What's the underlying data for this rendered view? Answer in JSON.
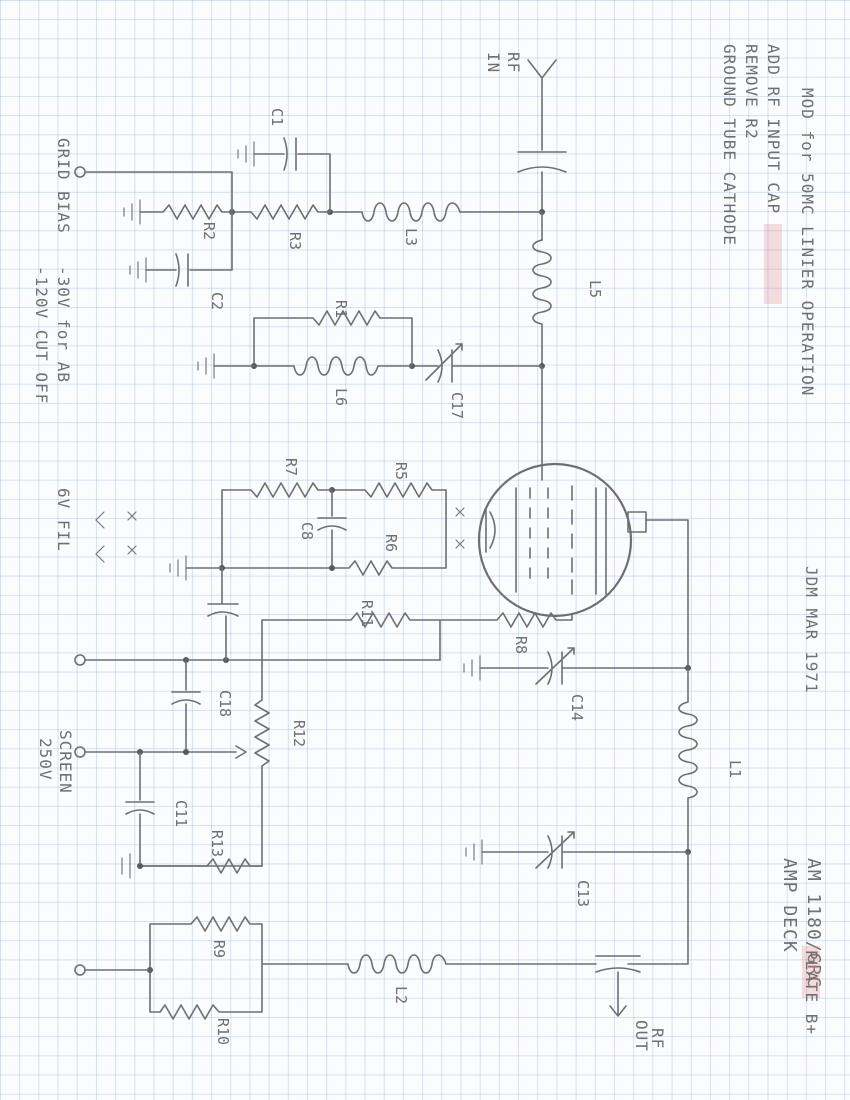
{
  "title": {
    "line1": "AM 1180/GRC",
    "line2": "AMP DECK"
  },
  "header": {
    "mod_title": "MOD for 50MC LINIER OPERATION",
    "notes": [
      "ADD RF INPUT CAP",
      "REMOVE R2",
      "GROUND TUBE CATHODE"
    ]
  },
  "signature": "JDM   MAR 1971",
  "terminals": {
    "rf_in_1": "RF",
    "rf_in_2": "IN",
    "rf_out_1": "RF",
    "rf_out_2": "OUT",
    "grid_bias": "GRID BIAS",
    "bias_ab": "-30V for AB",
    "bias_cutoff": "-120V CUT OFF",
    "filament": "6V FIL",
    "screen_1": "SCREEN",
    "screen_2": "250V",
    "plate": "PLATE B+"
  },
  "components": {
    "c1": "C1",
    "c2": "C2",
    "c8": "C8",
    "c11": "C11",
    "c13": "C13",
    "c14": "C14",
    "c17": "C17",
    "c18": "C18",
    "r1": "R1",
    "r2": "R2",
    "r3": "R3",
    "r5": "R5",
    "r6": "R6",
    "r7": "R7",
    "r8": "R8",
    "r9": "R9",
    "r10": "R10",
    "r11": "R11",
    "r12": "R12",
    "r13": "R13",
    "l1": "L1",
    "l2": "L2",
    "l3": "L3",
    "l5": "L5",
    "l6": "L6"
  },
  "colors": {
    "pencil": "#6f6f6f",
    "grid": "#a9bcd6",
    "highlight": "#e0889a"
  }
}
